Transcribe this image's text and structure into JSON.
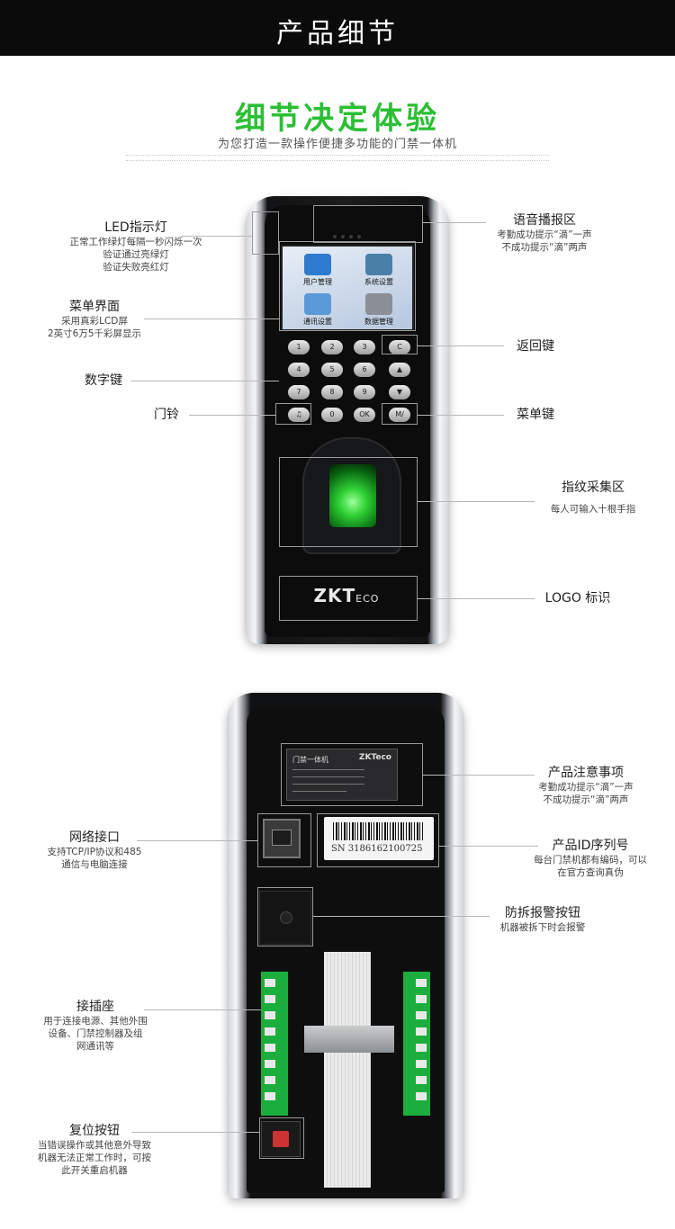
{
  "banner": {
    "title": "产品细节"
  },
  "headline": "细节决定体验",
  "subline": "为您打造一款操作便捷多功能的门禁一体机",
  "device1": {
    "menu_items": [
      "用户管理",
      "系统设置",
      "通讯设置",
      "数据管理"
    ],
    "keys": [
      "1",
      "2",
      "3",
      "C",
      "4",
      "5",
      "6",
      "7",
      "8",
      "9",
      "0",
      "OK",
      "M/"
    ],
    "logo": "ZKT",
    "logo_small": "ECO"
  },
  "labels": {
    "led": {
      "title": "LED指示灯",
      "desc1": "正常工作绿灯每隔一秒闪烁一次",
      "desc2": "验证通过亮绿灯",
      "desc3": "验证失败亮红灯"
    },
    "menu": {
      "title": "菜单界面",
      "desc1": "采用真彩LCD屏",
      "desc2": "2英寸6万5千彩屏显示"
    },
    "number_keys": {
      "title": "数字键"
    },
    "doorbell": {
      "title": "门铃"
    },
    "voice": {
      "title": "语音播报区",
      "desc1": "考勤成功提示“滴”一声",
      "desc2": "不成功提示“滴”两声"
    },
    "back_key": {
      "title": "返回键"
    },
    "menu_key": {
      "title": "菜单键"
    },
    "fingerprint": {
      "title": "指纹采集区",
      "desc1": "每人可输入十根手指"
    },
    "logo": {
      "title": "LOGO 标识"
    },
    "network": {
      "title": "网络接口",
      "desc1": "支持TCP/IP协议和485",
      "desc2": "通信与电脑连接"
    },
    "connector": {
      "title": "接插座",
      "desc1": "用于连接电源、其他外围",
      "desc2": "设备、门禁控制器及组",
      "desc3": "网通讯等"
    },
    "reset": {
      "title": "复位按钮",
      "desc1": "当错误操作或其他意外导致",
      "desc2": "机器无法正常工作时，可按",
      "desc3": "此开关重启机器"
    },
    "notice": {
      "title": "产品注意事项",
      "desc1": "考勤成功提示“滴”一声",
      "desc2": "不成功提示“滴”两声"
    },
    "product_id": {
      "title": "产品ID序列号",
      "desc1": "每台门禁机都有编码，可以",
      "desc2": "在官方查询真伪"
    },
    "tamper": {
      "title": "防拆报警按钮",
      "desc1": "机器被拆下时会报警"
    }
  },
  "sticker": {
    "title": "门禁一体机",
    "brand": "ZKTeco"
  },
  "serial": "SN 3186162100725",
  "colors": {
    "accent_green": "#2bbf35",
    "banner_bg": "#0b0b0b"
  }
}
